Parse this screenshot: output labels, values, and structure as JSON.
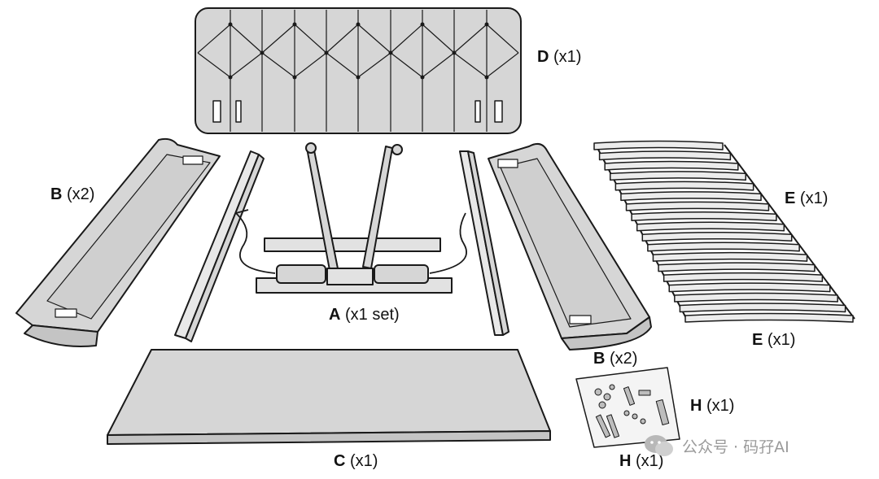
{
  "parts": {
    "D": {
      "letter": "D",
      "qty": "(x1)"
    },
    "B_left": {
      "letter": "B",
      "qty": "(x2)"
    },
    "B_right": {
      "letter": "B",
      "qty": "(x2)"
    },
    "A": {
      "letter": "A",
      "qty": "(x1 set)"
    },
    "E_top": {
      "letter": "E",
      "qty": "(x1)"
    },
    "E_bottom": {
      "letter": "E",
      "qty": "(x1)"
    },
    "C": {
      "letter": "C",
      "qty": "(x1)"
    },
    "H_top": {
      "letter": "H",
      "qty": "(x1)"
    },
    "H_bottom": {
      "letter": "H",
      "qty": "(x1)"
    }
  },
  "watermark": {
    "text": "公众号 · 码孖AI",
    "icon": "wechat-logo-icon"
  },
  "colors": {
    "panel": "#d6d6d6",
    "outline": "#1a1a1a",
    "slat": "#ececec"
  }
}
